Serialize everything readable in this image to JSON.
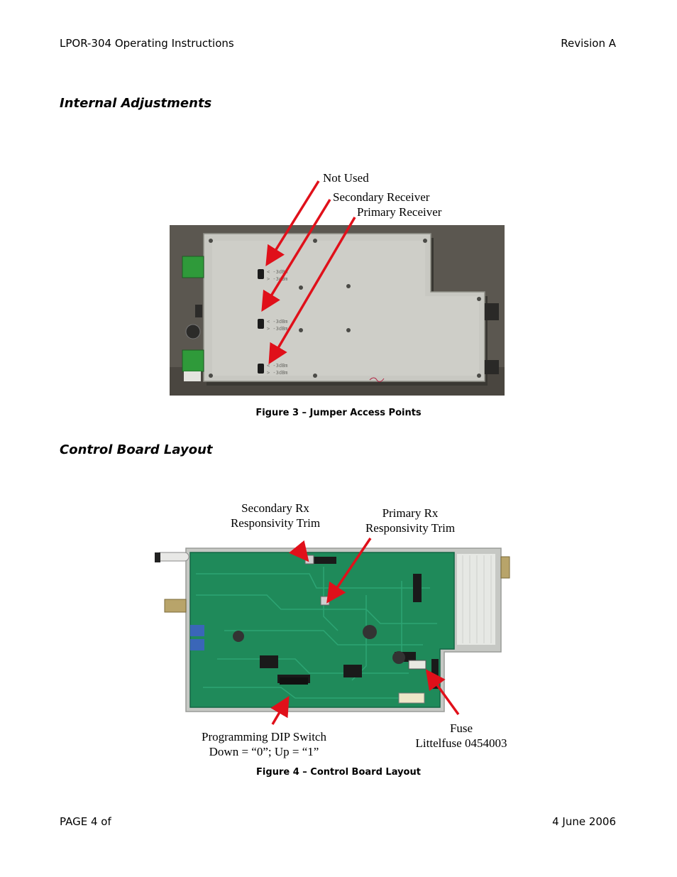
{
  "header": {
    "left": "LPOR-304 Operating Instructions",
    "right": "Revision A"
  },
  "sections": {
    "internal_adjustments": "Internal Adjustments",
    "control_board_layout": "Control Board Layout"
  },
  "figure3": {
    "caption": "Figure 3 – Jumper Access Points",
    "callouts": {
      "not_used": "Not Used",
      "secondary_receiver": "Secondary Receiver",
      "primary_receiver": "Primary Receiver"
    }
  },
  "figure4": {
    "caption": "Figure 4 – Control Board Layout",
    "callouts": {
      "secondary_rx_line1": "Secondary Rx",
      "secondary_rx_line2": "Responsivity Trim",
      "primary_rx_line1": "Primary Rx",
      "primary_rx_line2": "Responsivity Trim",
      "dip_line1": "Programming DIP Switch",
      "dip_line2": "Down = “0”; Up = “1”",
      "fuse_line1": "Fuse",
      "fuse_line2": "Littelfuse 0454003"
    }
  },
  "footer": {
    "left": "PAGE 4 of",
    "right": "4 June 2006"
  },
  "colors": {
    "arrow": "#e0101a",
    "board": "#1f8a5a",
    "enclosure": "#c9c9c3"
  }
}
